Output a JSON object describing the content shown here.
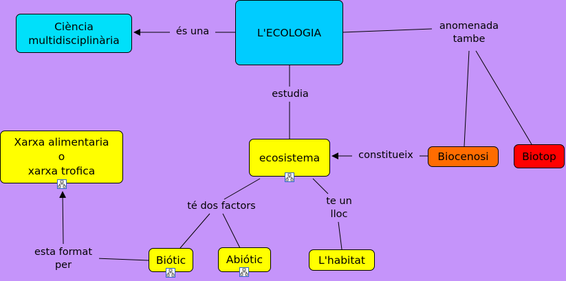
{
  "colors": {
    "background": "#c594fa",
    "root_node": "#00ccff",
    "cyan_node": "#00e0fa",
    "concept_node": "#ffff00",
    "biocenosi_node": "#ff6c00",
    "biotop_node": "#ff0000",
    "submap_icon_border": "#2b62c8"
  },
  "nodes": {
    "ecologia": "L'ECOLOGIA",
    "ciencia": "Ciència\nmultidisciplinària",
    "ecosistema": "ecosistema",
    "biocenosi": "Biocenosi",
    "biotop": "Biotop",
    "xarxa": "Xarxa alimentaria\no\nxarxa trofica",
    "biotic": "Biótic",
    "abiotic": "Abiótic",
    "habitat": "L'habitat"
  },
  "linking_phrases": {
    "es_una": "és una",
    "anomenada_tambe": "anomenada\ntambe",
    "estudia": "estudia",
    "constitueix": "constitueix",
    "te_dos_factors": "té dos factors",
    "te_un_lloc": "te un\nlloc",
    "esta_format_per": "esta format\nper"
  },
  "submap_icon": "submap-icon"
}
